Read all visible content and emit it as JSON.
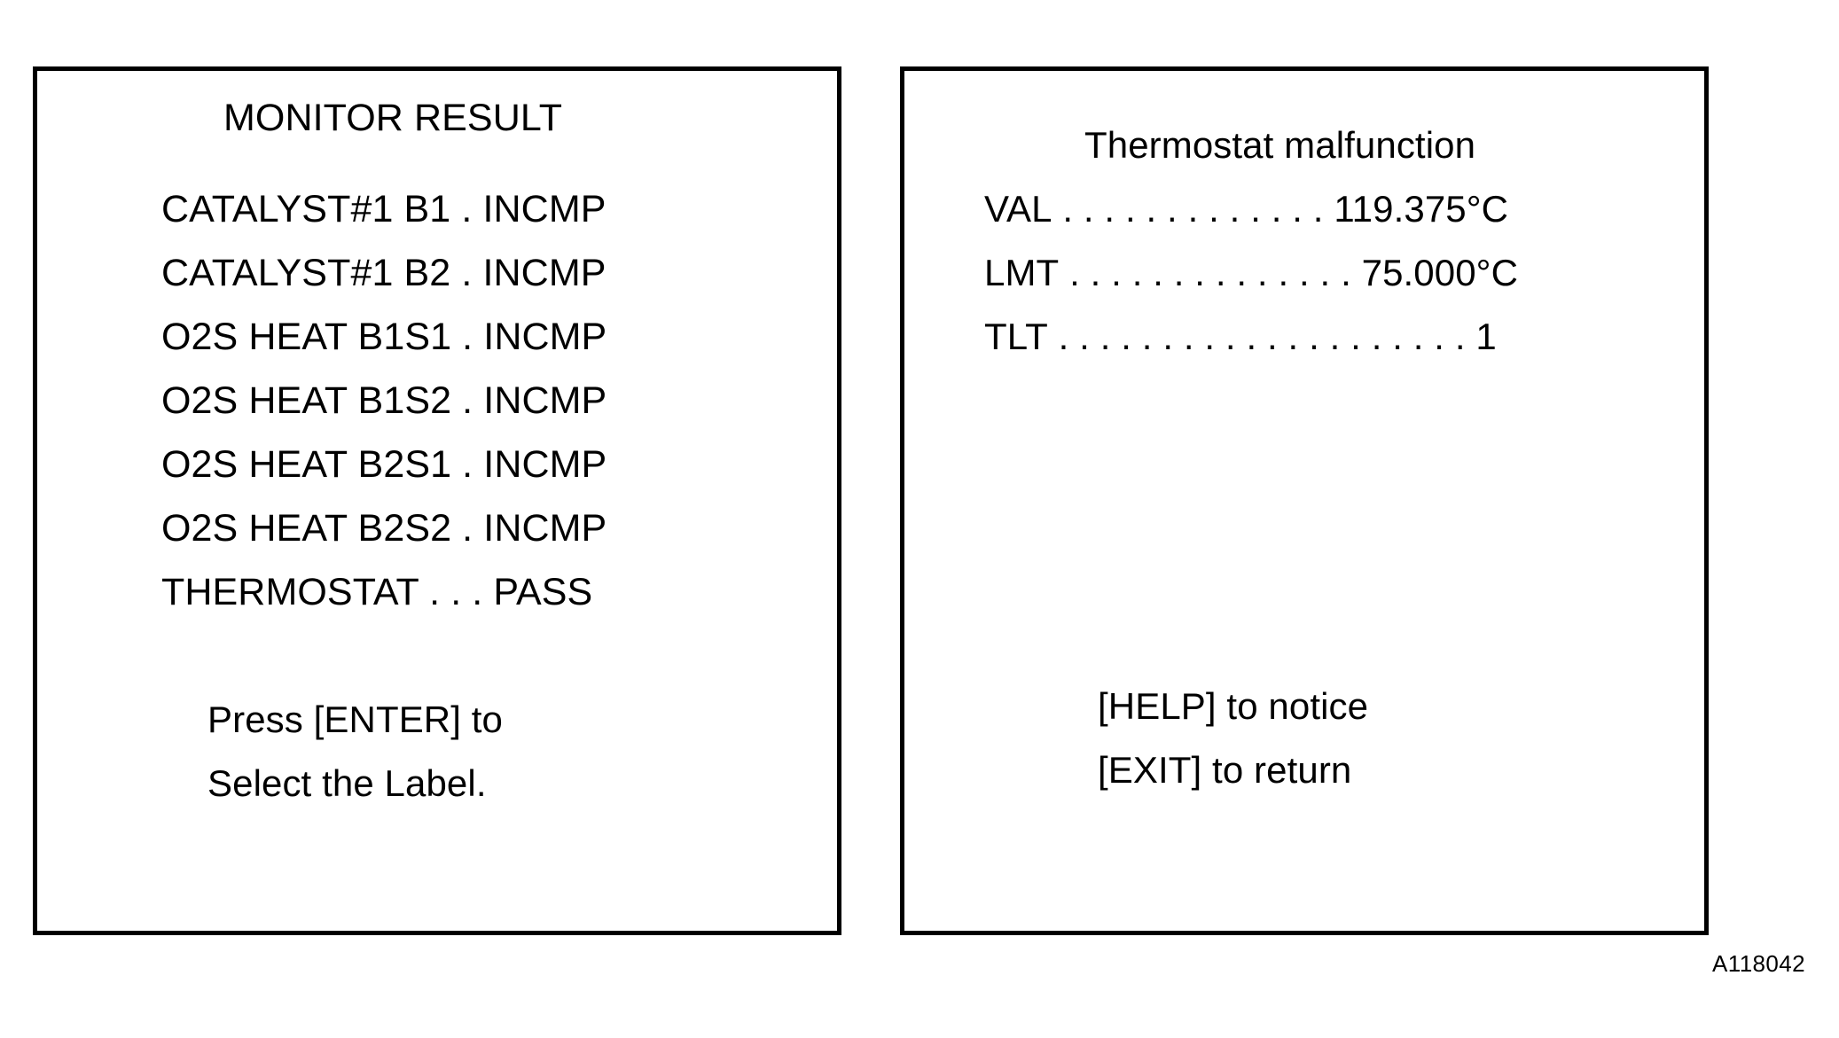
{
  "figure": {
    "reference_code": "A118042",
    "background_color": "#ffffff",
    "ink_color": "#000000"
  },
  "monitor_result_panel": {
    "title": "MONITOR RESULT",
    "items": [
      {
        "label": "CATALYST#1 B1 . INCMP"
      },
      {
        "label": "CATALYST#1 B2 . INCMP"
      },
      {
        "label": "O2S HEAT B1S1 . INCMP"
      },
      {
        "label": "O2S HEAT B1S2 . INCMP"
      },
      {
        "label": "O2S HEAT B2S1 . INCMP"
      },
      {
        "label": "O2S HEAT B2S2 . INCMP"
      },
      {
        "label": "THERMOSTAT . . . PASS"
      }
    ],
    "hint_lines": [
      "Press [ENTER] to",
      "Select the Label."
    ]
  },
  "thermostat_detail_panel": {
    "title": "Thermostat malfunction",
    "rows": [
      {
        "label": "VAL",
        "dots": " . . . . . . . . . . . . . ",
        "value": "119.375°C"
      },
      {
        "label": "LMT",
        "dots": " . . . . . . . . . . . . . . ",
        "value": "75.000°C"
      },
      {
        "label": "TLT",
        "dots": " . . . . . . . . . . . . . . . . . . . . ",
        "value": "1"
      }
    ],
    "footer_lines": [
      "[HELP] to notice",
      "[EXIT] to return"
    ]
  }
}
